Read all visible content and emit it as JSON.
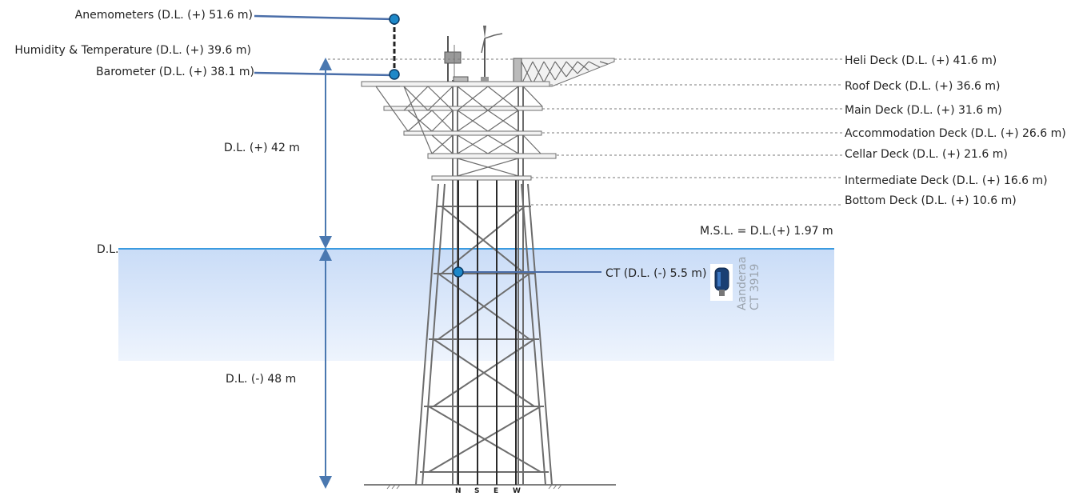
{
  "labels": {
    "anemometers": "Anemometers (D.L. (+) 51.6 m)",
    "humidity": "Humidity & Temperature (D.L. (+) 39.6 m)",
    "barometer": "Barometer (D.L. (+) 38.1 m)",
    "above_height": "D.L. (+) 42 m",
    "dl": "D.L.",
    "below_depth": "D.L. (-) 48 m",
    "msl": "M.S.L. = D.L.(+) 1.97 m",
    "ct": "CT (D.L. (-) 5.5 m)",
    "brand_1": "Aanderaa",
    "brand_2": "CT 3919"
  },
  "decks": [
    {
      "label": "Heli Deck (D.L. (+) 41.6 m)"
    },
    {
      "label": "Roof Deck (D.L. (+) 36.6 m)"
    },
    {
      "label": "Main Deck (D.L. (+) 31.6 m)"
    },
    {
      "label": "Accommodation Deck (D.L. (+) 26.6 m)"
    },
    {
      "label": "Cellar Deck (D.L. (+) 21.6 m)"
    },
    {
      "label": "Intermediate Deck (D.L. (+) 16.6 m)"
    },
    {
      "label": "Bottom Deck (D.L. (+) 10.6 m)"
    }
  ],
  "legs": [
    "N",
    "S",
    "E",
    "W"
  ],
  "colors": {
    "sensor_blue": "#1e88c8",
    "leader_line": "#4a6ea9",
    "arrow": "#4a78b0",
    "water_top": "#c9dcf7",
    "water_bottom": "#eef4fd",
    "sea_line": "#3b9be0"
  }
}
